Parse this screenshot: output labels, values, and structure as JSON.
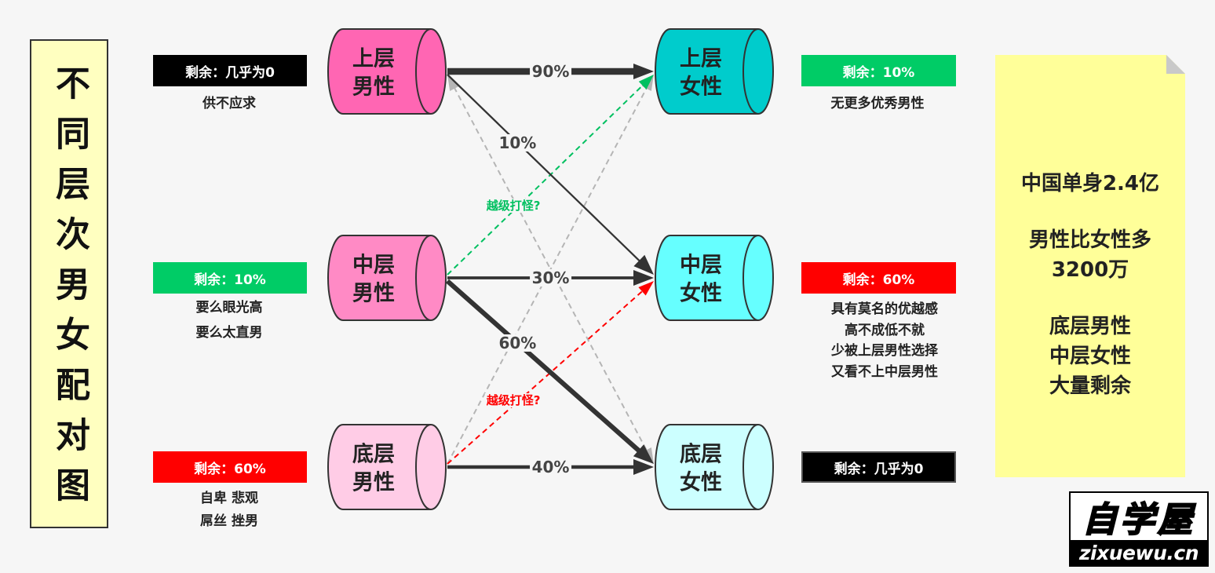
{
  "title": "不同层次男女配对图",
  "men": [
    {
      "lines": [
        "上层",
        "男性"
      ],
      "color": "#ff66b3"
    },
    {
      "lines": [
        "中层",
        "男性"
      ],
      "color": "#ff8ac5"
    },
    {
      "lines": [
        "底层",
        "男性"
      ],
      "color": "#ffcce6"
    }
  ],
  "women": [
    {
      "lines": [
        "上层",
        "女性"
      ],
      "color": "#00cccc"
    },
    {
      "lines": [
        "中层",
        "女性"
      ],
      "color": "#66ffff"
    },
    {
      "lines": [
        "底层",
        "女性"
      ],
      "color": "#ccffff"
    }
  ],
  "edges": [
    {
      "from": 0,
      "to": 0,
      "label": "90%"
    },
    {
      "from": 0,
      "to": 1,
      "label": "10%"
    },
    {
      "from": 1,
      "to": 1,
      "label": "30%"
    },
    {
      "from": 1,
      "to": 2,
      "label": "60%"
    },
    {
      "from": 2,
      "to": 2,
      "label": "40%"
    },
    {
      "from": 1,
      "to": 0,
      "label": "越级打怪?",
      "dashed": true,
      "color": "#00c060"
    },
    {
      "from": 2,
      "to": 1,
      "label": "越级打怪?",
      "dashed": true,
      "color": "#ff0000"
    },
    {
      "from": 2,
      "to": 0,
      "dashed": true,
      "color": "#b5b5b5"
    },
    {
      "from": 0,
      "to": 2,
      "dashed": true,
      "color": "#b5b5b5",
      "bidirectional": true
    }
  ],
  "men_notes": [
    {
      "badge": "剩余：几乎为0",
      "badge_color": "#000000",
      "lines": [
        "供不应求"
      ]
    },
    {
      "badge": "剩余：10%",
      "badge_color": "#00cc66",
      "lines": [
        "要么眼光高",
        "要么太直男"
      ]
    },
    {
      "badge": "剩余：60%",
      "badge_color": "#ff0000",
      "lines": [
        "自卑 悲观",
        "屌丝 挫男"
      ]
    }
  ],
  "women_notes": [
    {
      "badge": "剩余：10%",
      "badge_color": "#00cc66",
      "lines": [
        "无更多优秀男性"
      ]
    },
    {
      "badge": "剩余：60%",
      "badge_color": "#ff0000",
      "lines": [
        "具有莫名的优越感",
        "高不成低不就",
        "少被上层男性选择",
        "又看不上中层男性"
      ]
    },
    {
      "badge": "剩余：几乎为0",
      "badge_color": "#000000",
      "lines": []
    }
  ],
  "summary": [
    [
      "中国单身2.4亿"
    ],
    [
      "男性比女性多",
      "3200万"
    ],
    [
      "底层男性",
      "中层女性",
      "大量剩余"
    ]
  ],
  "logo": {
    "main": "自学屋",
    "sub": "zixuewu.cn"
  }
}
